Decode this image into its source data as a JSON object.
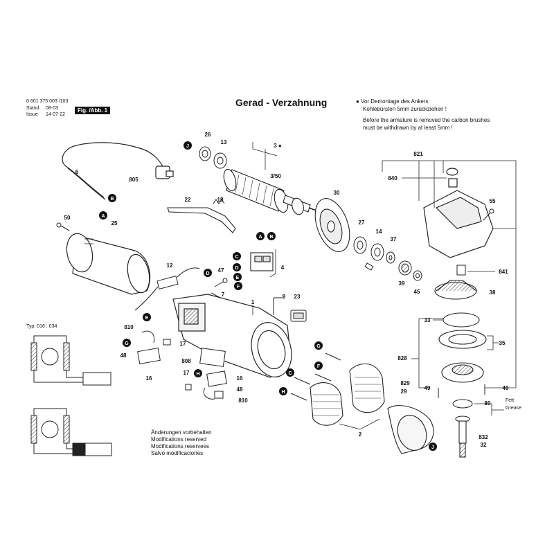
{
  "header": {
    "part_number": "0 601 375 003 /103",
    "stand_label": "Stand",
    "stand_value": "08-03",
    "issue_label": "Issue",
    "issue_value": "14-07-22",
    "figure_label": "Fig. /Abb. 1"
  },
  "title": "Gerad - Verzahnung",
  "note": {
    "de_line1": "● Vor Demontage des Ankers",
    "de_line2": "Kohlebürsten 5mm zurückziehen !",
    "en_line1": "Before the armature is removed the carbon brushes",
    "en_line2": "must be withdrawn by at least 5mm !"
  },
  "typ_label": "Typ: 016 ; 034",
  "modifications": [
    "Änderungen vorbehalten",
    "Modifications reserved",
    "Modifications reservees",
    "Salvo modificaciones"
  ],
  "grease": {
    "de": "Fett",
    "en": "Grease"
  },
  "part_numbers": [
    "26",
    "13",
    "3 ●",
    "3/50",
    "6",
    "805",
    "18",
    "22",
    "50",
    "25",
    "30",
    "27",
    "14",
    "37",
    "39",
    "45",
    "4",
    "12",
    "47",
    "7",
    "1",
    "9",
    "23",
    "810",
    "17",
    "48",
    "16",
    "808",
    "810",
    "16",
    "48",
    "17",
    "2",
    "29",
    "829",
    "821",
    "840",
    "55",
    "841",
    "38",
    "33",
    "35",
    "828",
    "49",
    "49",
    "80",
    "832",
    "32"
  ],
  "circle_letters": [
    "J",
    "B",
    "A",
    "A",
    "B",
    "C",
    "D",
    "E",
    "F",
    "D",
    "E",
    "G",
    "H",
    "G",
    "F",
    "C",
    "H",
    "J"
  ]
}
